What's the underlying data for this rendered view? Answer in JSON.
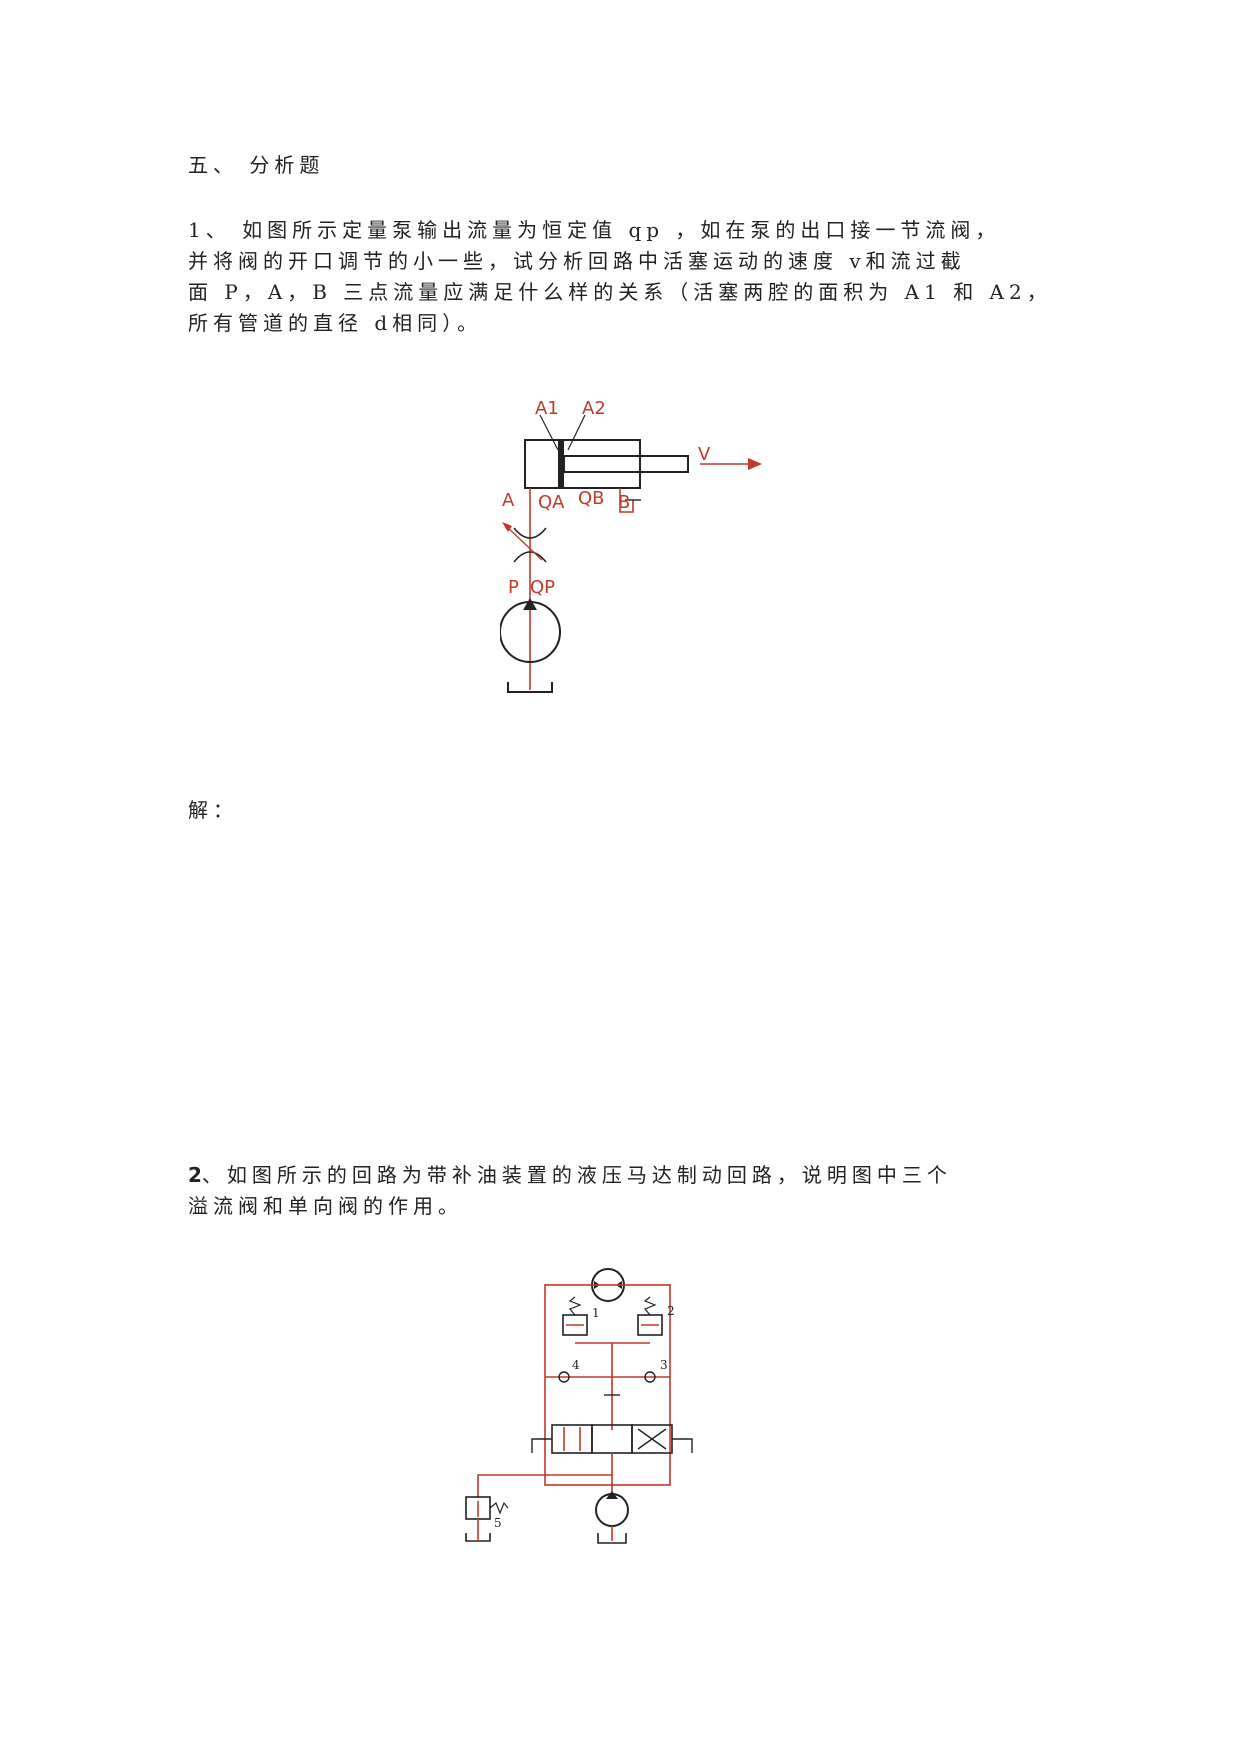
{
  "heading": "五、 分析题",
  "q1": {
    "line1": "1、 如图所示定量泵输出流量为恒定值 qp ，如在泵的出口接一节流阀，",
    "line2": "并将阀的开口调节的小一些，试分析回路中活塞运动的速度 v和流过截",
    "line3": "面 P，A，B 三点流量应满足什么样的关系（活塞两腔的面积为 A1 和 A2，",
    "line4": "所有管道的直径 d相同）。"
  },
  "answer_label": "解：",
  "q2": {
    "number": "2",
    "line1": "、如图所示的回路为带补油装置的液压马达制动回路，说明图中三个",
    "line2": "溢流阀和单向阀的作用。"
  },
  "fig1": {
    "label_a1": "A1",
    "label_a2": "A2",
    "label_v": "V",
    "label_a": "A",
    "label_qa": "QA",
    "label_qb": "QB",
    "label_b": "B",
    "label_p": "P",
    "label_qp": "QP"
  },
  "fig2": {
    "n1": "1",
    "n2": "2",
    "n3": "3",
    "n4": "4",
    "n5": "5"
  }
}
